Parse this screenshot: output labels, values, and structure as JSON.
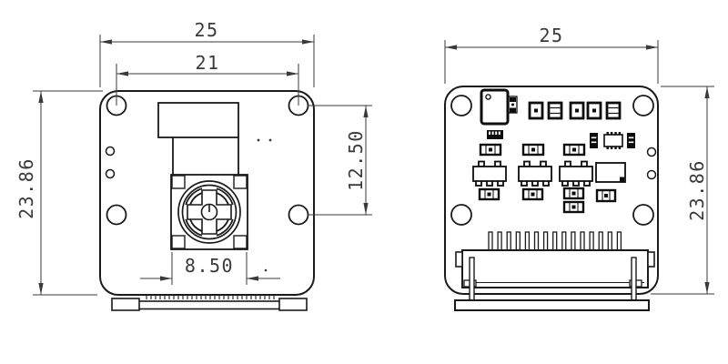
{
  "drawing": {
    "front": {
      "board_width": "25",
      "hole_span": "21",
      "board_height": "23.86",
      "hole_spacing": "12.50",
      "lens_width": "8.50"
    },
    "back": {
      "board_width": "25",
      "board_height": "23.86"
    }
  },
  "colors": {
    "line": "#1a1a1a",
    "dim": "#3a3a3a",
    "component": "#0d0d0d",
    "bg": "#ffffff"
  }
}
